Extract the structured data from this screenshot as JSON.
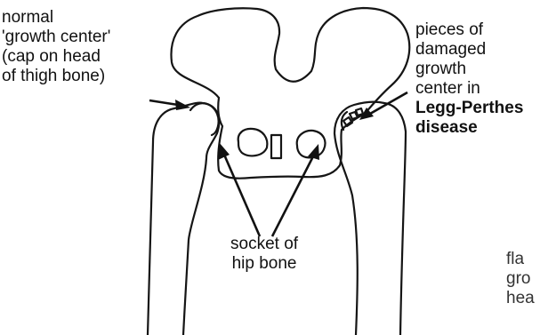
{
  "labels": {
    "normal_growth_center": [
      "normal",
      "'growth center'",
      "(cap on head",
      "of thigh bone)"
    ],
    "damaged_growth_center": [
      "pieces of",
      "damaged",
      "growth",
      "center in"
    ],
    "disease_name": [
      "Legg-Perthes",
      "disease"
    ],
    "socket": [
      "socket of",
      "hip bone"
    ],
    "cropped_right": [
      "fla",
      "gro",
      "hea"
    ]
  },
  "colors": {
    "ink": "#151515",
    "background": "#ffffff"
  }
}
